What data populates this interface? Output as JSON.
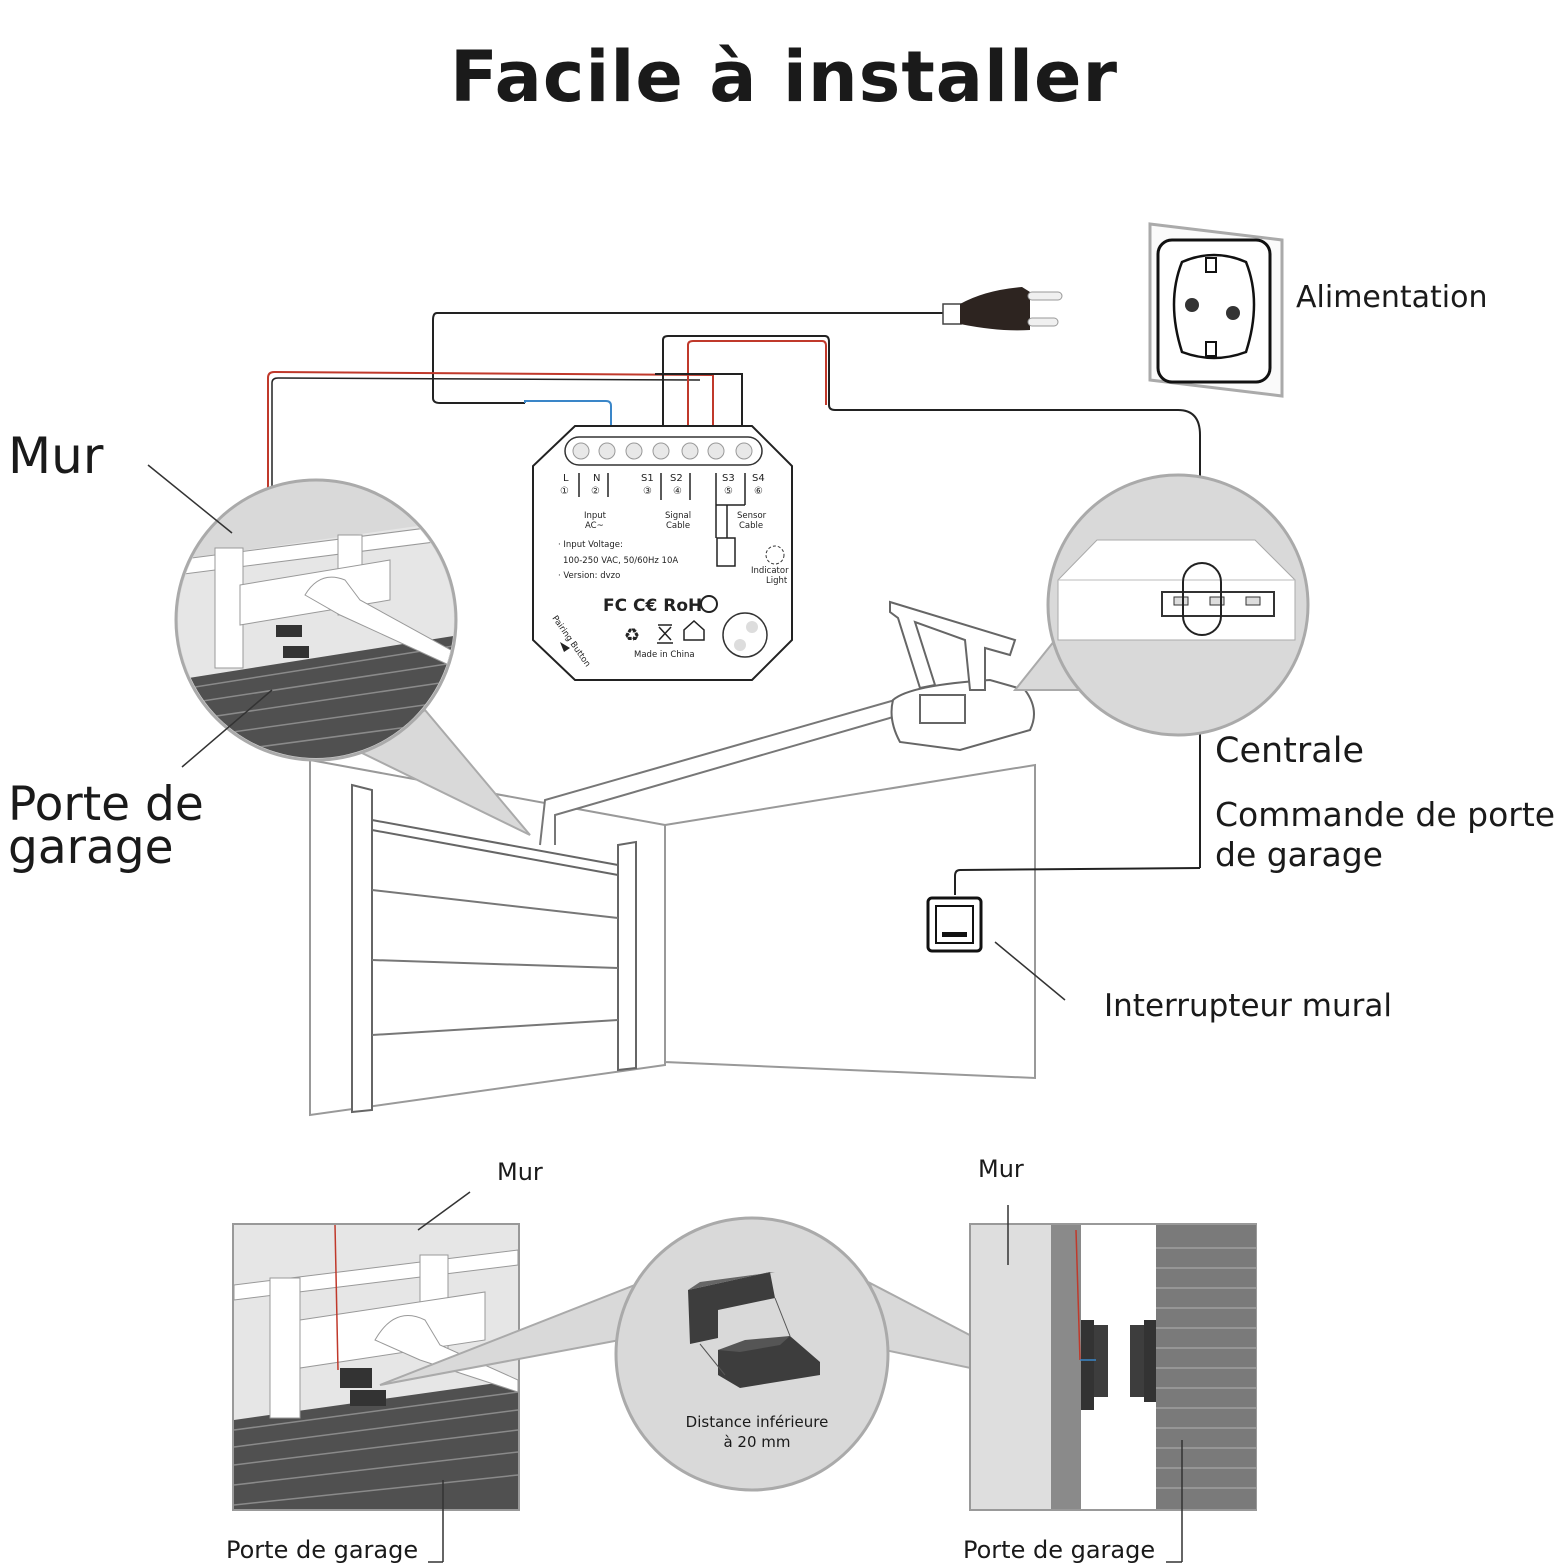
{
  "title": "Facile à installer",
  "labels": {
    "mur_main": "Mur",
    "porte_main_1": "Porte de",
    "porte_main_2": "garage",
    "alimentation": "Alimentation",
    "centrale": "Centrale",
    "commande_1": "Commande de porte",
    "commande_2": "de garage",
    "interrupteur": "Interrupteur mural",
    "mur_left": "Mur",
    "mur_right": "Mur",
    "porte_left": "Porte de garage",
    "porte_right": "Porte de garage",
    "distance_1": "Distance inférieure",
    "distance_2": "à 20 mm"
  },
  "device": {
    "terminals": [
      "L",
      "N",
      "S1",
      "S2",
      "S3",
      "S4"
    ],
    "terminal_numbers": [
      "①",
      "②",
      "③",
      "④",
      "⑤",
      "⑥"
    ],
    "input_label_1": "Input",
    "input_label_2": "AC~",
    "signal_label_1": "Signal",
    "signal_label_2": "Cable",
    "sensor_label_1": "Sensor",
    "sensor_label_2": "Cable",
    "voltage_1": "· Input Voltage:",
    "voltage_2": "100-250 VAC, 50/60Hz 10A",
    "version": "· Version: dvzo",
    "indicator_1": "Indicator",
    "indicator_2": "Light",
    "certs": "FC C€ RoHS",
    "made_in": "Made in China",
    "pairing": "Pairing Button"
  },
  "colors": {
    "wire_black": "#222222",
    "wire_red": "#c0392b",
    "wire_blue": "#3a86c8",
    "magnifier_fill": "#d9d9d9",
    "magnet_fill": "#3d3d3d"
  }
}
